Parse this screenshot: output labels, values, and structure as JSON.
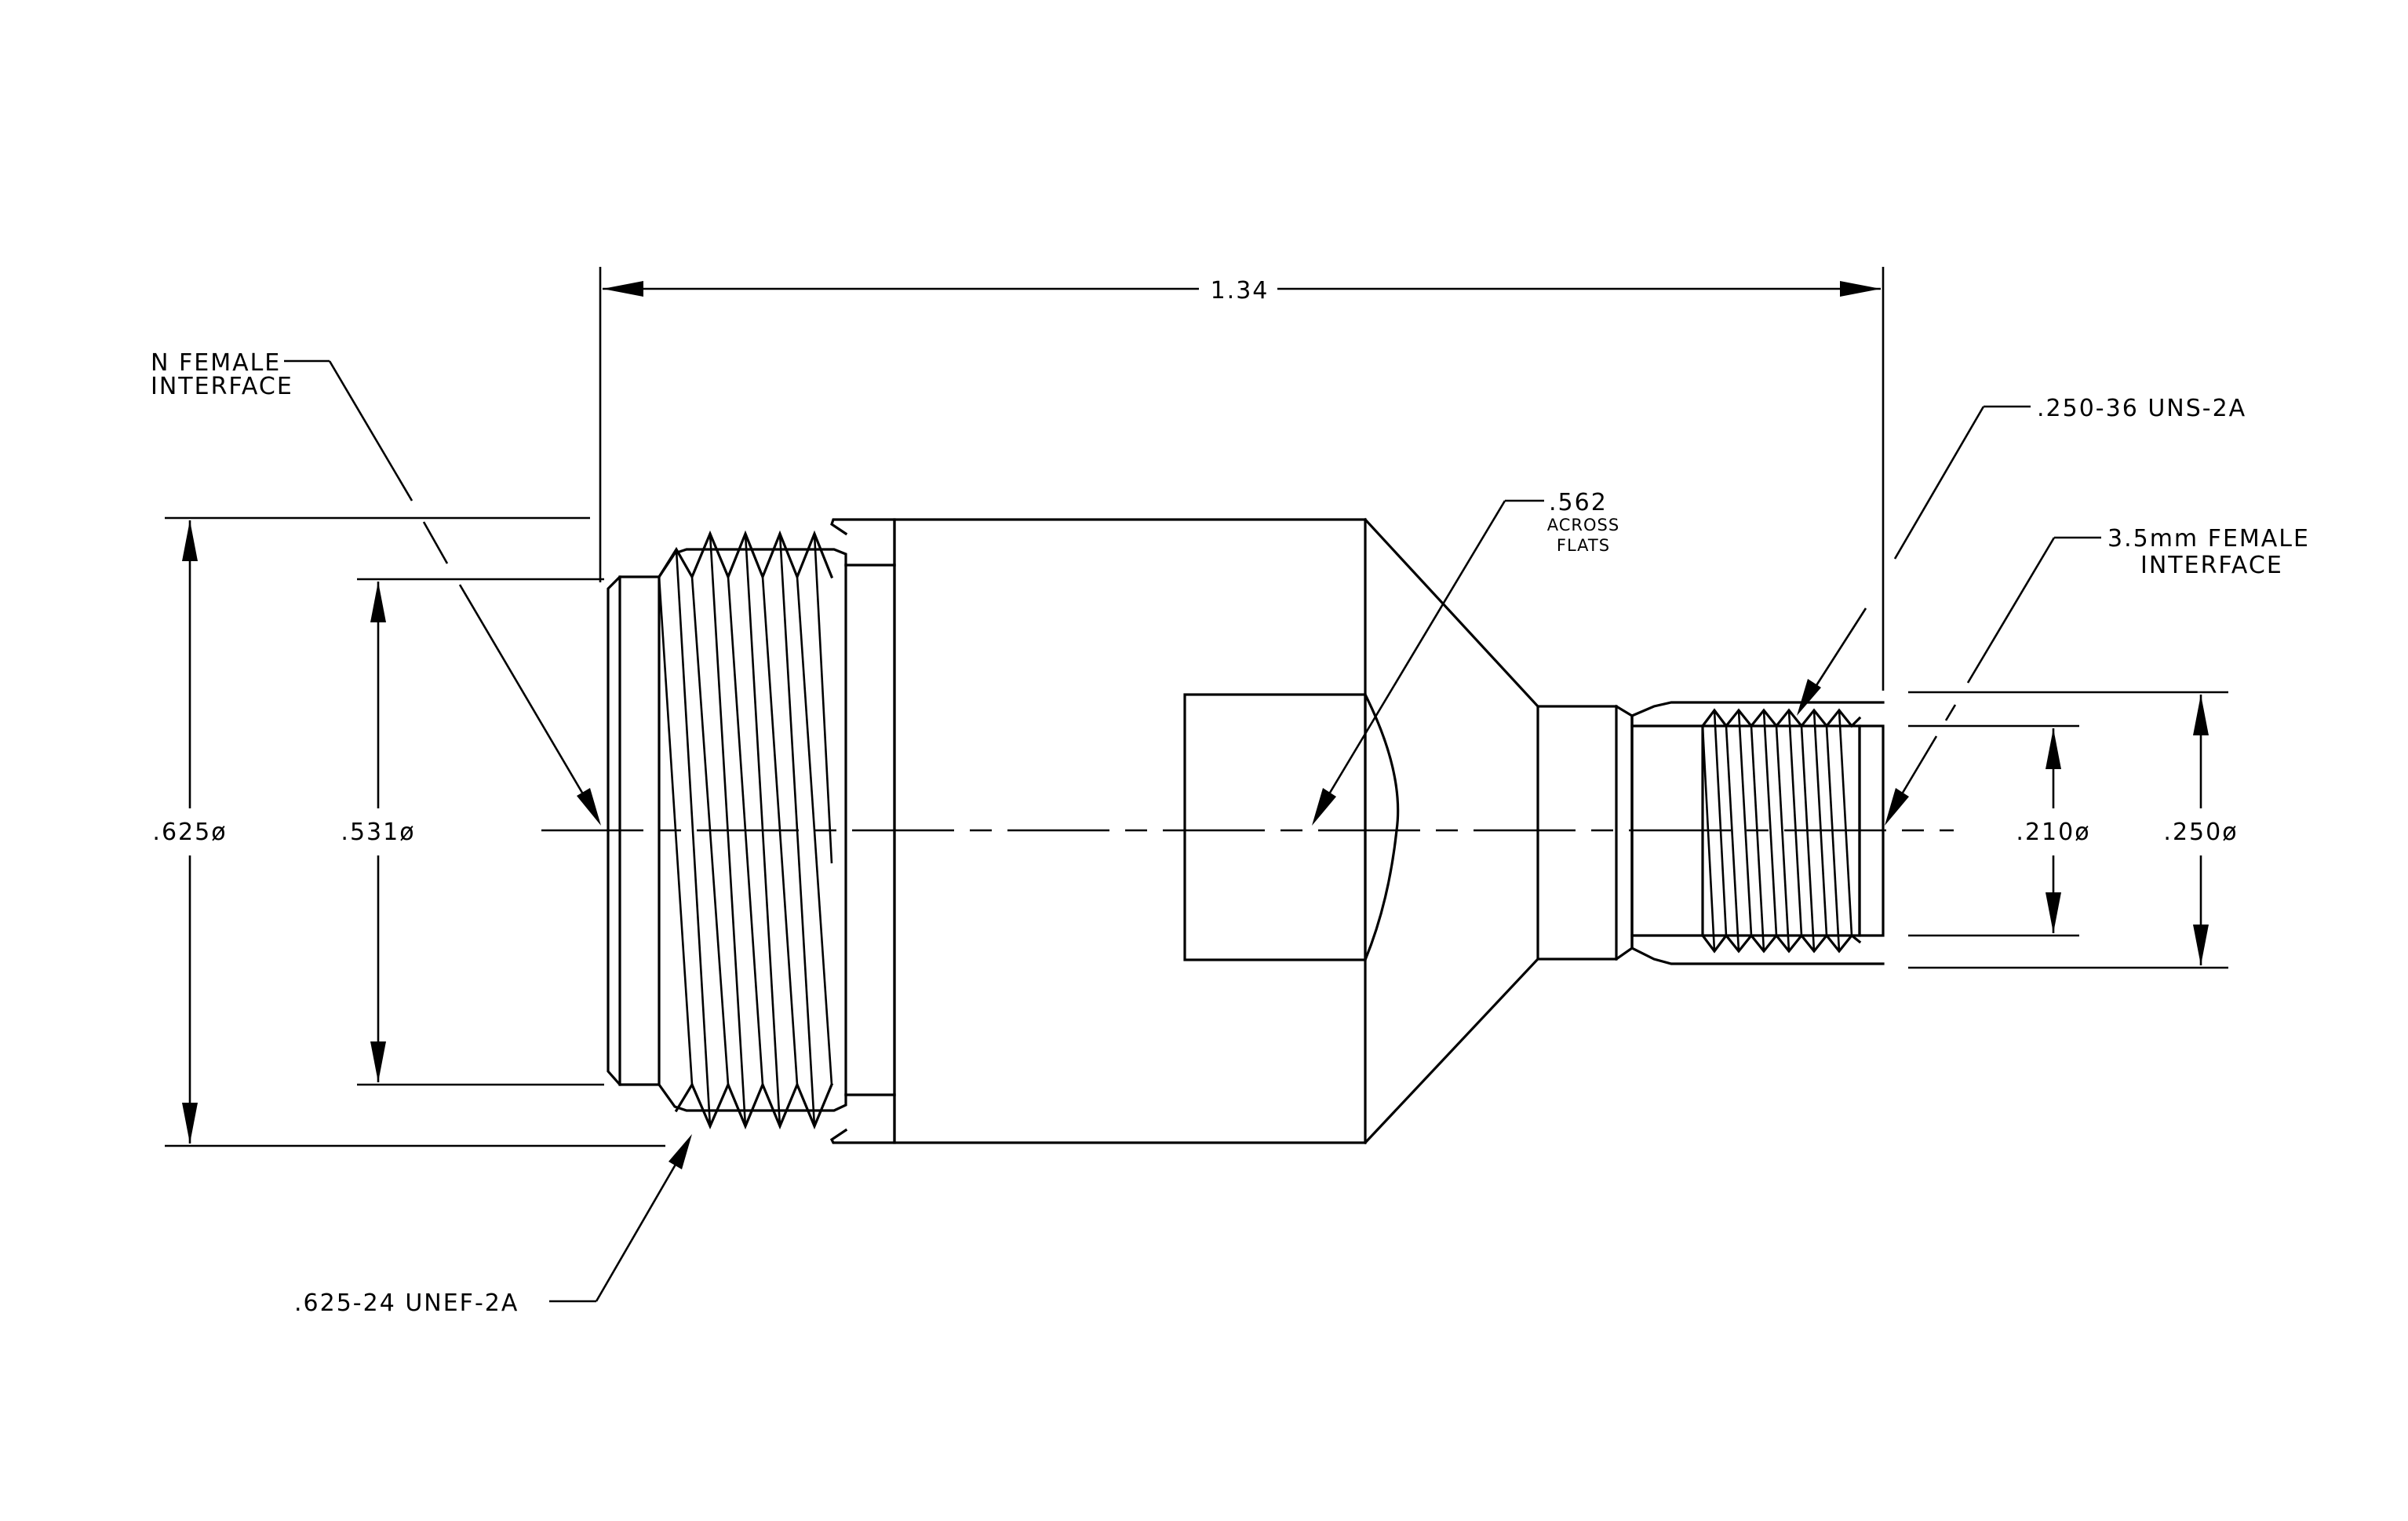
{
  "diagram": {
    "overall_length": "1.34",
    "left_end": {
      "interface_line1": "N FEMALE",
      "interface_line2": "INTERFACE",
      "outer_diameter": ".625ø",
      "inner_diameter": ".531ø",
      "thread_spec": ".625-24 UNEF-2A"
    },
    "hex_body": {
      "size": ".562",
      "note_line1": "ACROSS",
      "note_line2": "FLATS"
    },
    "right_end": {
      "thread_spec": ".250-36 UNS-2A",
      "interface_line1": "3.5mm FEMALE",
      "interface_line2": "INTERFACE",
      "inner_diameter": ".210ø",
      "outer_diameter": ".250ø"
    }
  }
}
